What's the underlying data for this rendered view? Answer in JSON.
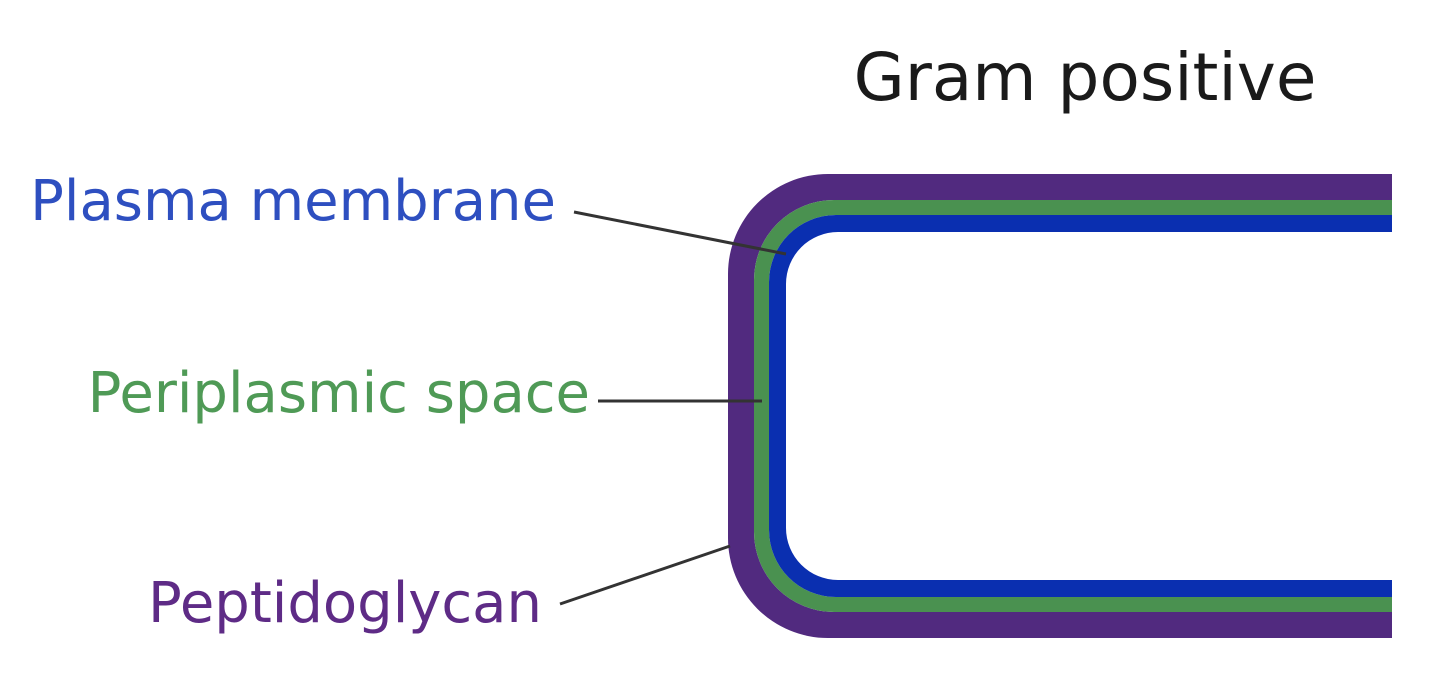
{
  "title": "Gram positive",
  "labels": {
    "plasma_membrane": "Plasma membrane",
    "periplasmic_space": "Periplasmic space",
    "peptidoglycan": "Peptidoglycan"
  },
  "colors": {
    "plasma_membrane": "#2e4fc0",
    "periplasmic_space": "#4f9a56",
    "peptidoglycan": "#5e2b86",
    "membrane_layer": "#0a2fb0",
    "periplasm_layer": "#4a9150",
    "peptidoglycan_layer": "#512a7f",
    "leader_line": "#333333"
  }
}
